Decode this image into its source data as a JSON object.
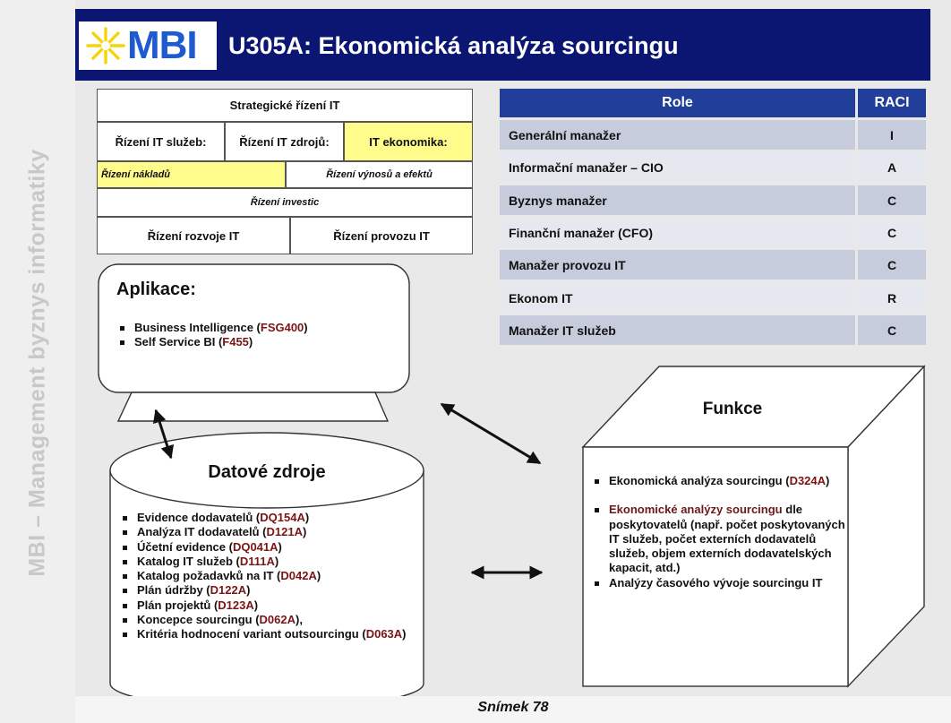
{
  "sidebar": {
    "text": "MBI – Management byznys informatiky"
  },
  "header": {
    "logo_text": "MBI",
    "title": "U305A: Ekonomická analýza sourcingu"
  },
  "structure": {
    "top": "Strategické řízení IT",
    "services": "Řízení IT služeb:",
    "resources": "Řízení IT zdrojů:",
    "economics": "IT ekonomika:",
    "costs": "Řízení nákladů",
    "revenues": "Řízení výnosů a efektů",
    "investments": "Řízení investic",
    "development": "Řízení rozvoje IT",
    "operations": "Řízení provozu IT"
  },
  "raci": {
    "header_role": "Role",
    "header_raci": "RACI",
    "rows": [
      {
        "role": "Generální manažer",
        "value": "I"
      },
      {
        "role": "Informační manažer – CIO",
        "value": "A"
      },
      {
        "role": "Byznys manažer",
        "value": "C"
      },
      {
        "role": "Finanční manažer (CFO)",
        "value": "C"
      },
      {
        "role": "Manažer provozu IT",
        "value": "C"
      },
      {
        "role": "Ekonom IT",
        "value": "R"
      },
      {
        "role": "Manažer IT služeb",
        "value": "C"
      }
    ]
  },
  "applications": {
    "title": "Aplikace:",
    "items": [
      {
        "text": "Business Intelligence (",
        "code": "FSG400",
        "suffix": ")"
      },
      {
        "text": "Self Service BI (",
        "code": "F455",
        "suffix": ")"
      }
    ]
  },
  "data_sources": {
    "title": "Datové zdroje",
    "items": [
      {
        "text": "Evidence dodavatelů (",
        "code": "DQ154A",
        "suffix": ")"
      },
      {
        "text": "Analýza IT dodavatelů (",
        "code": "D121A",
        "suffix": ")"
      },
      {
        "text": "Účetní evidence (",
        "code": "DQ041A",
        "suffix": ")"
      },
      {
        "text": "Katalog IT služeb (",
        "code": "D111A",
        "suffix": ")"
      },
      {
        "text": "Katalog požadavků na IT (",
        "code": "D042A",
        "suffix": ")"
      },
      {
        "text": "Plán údržby (",
        "code": "D122A",
        "suffix": ")"
      },
      {
        "text": "Plán projektů (",
        "code": "D123A",
        "suffix": ")"
      },
      {
        "text": "Koncepce sourcingu (",
        "code": "D062A",
        "suffix": "),"
      },
      {
        "text": "Kritéria hodnocení variant outsourcingu (",
        "code": "D063A",
        "suffix": ")"
      }
    ]
  },
  "functions": {
    "title": "Funkce",
    "item1_text": "Ekonomická analýza sourcingu (",
    "item1_code": "D324A",
    "item1_suffix": ")",
    "item2_text": "Ekonomické analýzy sourcingu",
    "item2_rest": "dle poskytovatelů (např. počet poskytovaných IT služeb, počet externích dodavatelů služeb, objem externích dodavatelských kapacit, atd.)",
    "item3_text": "Analýzy časového vývoje sourcingu IT"
  },
  "footer": {
    "slide_number": "Snímek 78"
  }
}
